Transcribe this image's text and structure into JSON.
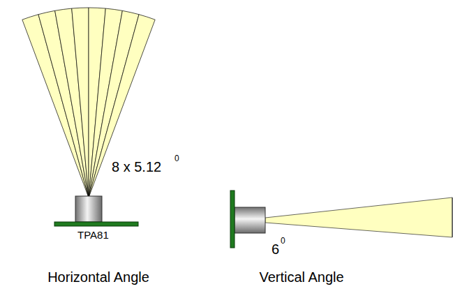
{
  "diagram": {
    "labels": [
      "8 x 5.12",
      "0",
      "TPA81",
      "6",
      "0",
      "Horizontal Angle",
      "Vertical Angle"
    ]
  }
}
